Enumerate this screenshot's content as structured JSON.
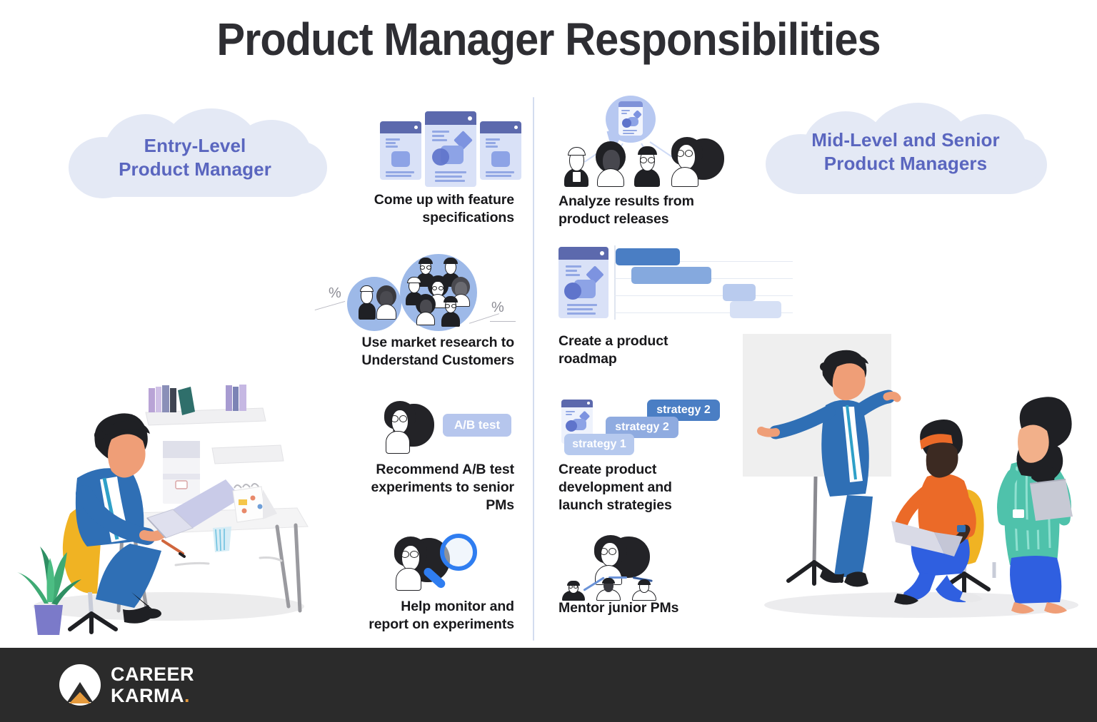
{
  "header": {
    "title": "Product Manager Responsibilities"
  },
  "columns": {
    "left": {
      "banner_line1": "Entry-Level",
      "banner_line2": "Product Manager",
      "items": [
        {
          "id": "feature-specifications",
          "caption_line1": "Come up with feature",
          "caption_line2": "specifications",
          "icon": "wireframe-cards-icon"
        },
        {
          "id": "market-research",
          "caption_line1": "Use market research to",
          "caption_line2": "Understand Customers",
          "icon": "audience-circles-icon",
          "labels": [
            "%",
            "%"
          ]
        },
        {
          "id": "ab-test-recommendations",
          "caption_line1": "Recommend A/B test",
          "caption_line2": "experiments to senior",
          "caption_line3": "PMs",
          "icon": "person-with-badge-icon",
          "badge": "A/B test"
        },
        {
          "id": "monitor-experiments",
          "caption_line1": "Help monitor and",
          "caption_line2": "report on experiments",
          "icon": "magnifying-glass-person-icon"
        }
      ]
    },
    "right": {
      "banner_line1": "Mid-Level and Senior",
      "banner_line2": "Product Managers",
      "items": [
        {
          "id": "analyze-results",
          "caption_line1": "Analyze results from",
          "caption_line2": "product releases",
          "icon": "team-with-screen-icon"
        },
        {
          "id": "product-roadmap",
          "caption_line1": "Create a product",
          "caption_line2": "roadmap",
          "icon": "gantt-chart-icon"
        },
        {
          "id": "launch-strategies",
          "caption_line1": "Create product",
          "caption_line2": "development and",
          "caption_line3": "launch strategies",
          "icon": "strategy-stack-icon",
          "strategy_labels": [
            "strategy 2",
            "strategy 2",
            "strategy 1"
          ]
        },
        {
          "id": "mentor-junior-pms",
          "caption_line1": "Mentor junior PMs",
          "icon": "mentor-network-icon"
        }
      ]
    }
  },
  "illustrations": {
    "left": "woman-at-desk-with-laptop-illustration",
    "right": "team-meeting-whiteboard-illustration"
  },
  "footer": {
    "brand_line1": "CAREER",
    "brand_line2": "KARMA",
    "brand_dot": ".",
    "logo": "career-karma-mountain-logo"
  },
  "colors": {
    "accent_purple": "#5a66bf",
    "cloud_fill": "#e4e9f5",
    "title_text": "#2e2e33",
    "caption_text": "#18181b",
    "footer_bg": "#2b2b2b",
    "logo_orange": "#e59a3c",
    "bar_1": "#4a7ec4",
    "bar_2": "#85a9de",
    "bar_3": "#b9cbee",
    "bar_4": "#d6e0f5",
    "divider": "#d3dcef"
  }
}
